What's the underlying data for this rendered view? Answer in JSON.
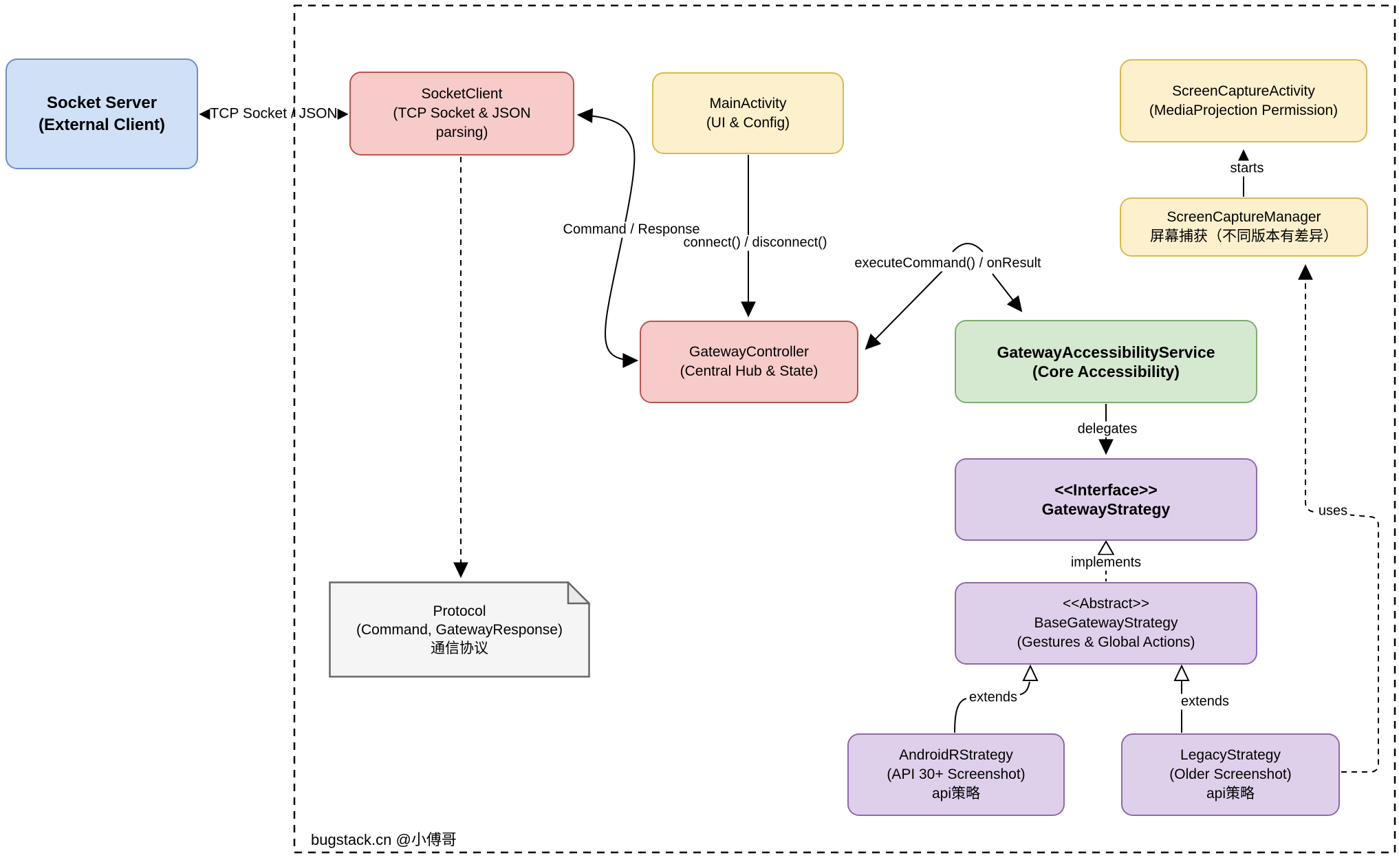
{
  "nodes": {
    "socket_server": [
      "Socket Server",
      "(External Client)"
    ],
    "socket_client": [
      "SocketClient",
      "(TCP Socket & JSON",
      "parsing)"
    ],
    "main_activity": [
      "MainActivity",
      "(UI & Config)"
    ],
    "screen_capture_activity": [
      "ScreenCaptureActivity",
      "(MediaProjection Permission)"
    ],
    "screen_capture_manager": [
      "ScreenCaptureManager",
      "屏幕捕获（不同版本有差异）"
    ],
    "gateway_controller": [
      "GatewayController",
      "(Central Hub & State)"
    ],
    "gateway_accessibility_service": [
      "GatewayAccessibilityService",
      "(Core Accessibility)"
    ],
    "gateway_strategy": [
      "<<Interface>>",
      "GatewayStrategy"
    ],
    "base_gateway_strategy": [
      "<<Abstract>>",
      "BaseGatewayStrategy",
      "(Gestures & Global Actions)"
    ],
    "android_r_strategy": [
      "AndroidRStrategy",
      "(API 30+ Screenshot)",
      "api策略"
    ],
    "legacy_strategy": [
      "LegacyStrategy",
      "(Older Screenshot)",
      "api策略"
    ],
    "protocol_note": [
      "Protocol",
      "(Command, GatewayResponse)",
      "通信协议"
    ]
  },
  "edge_labels": {
    "tcp": "◀TCP Socket / JSON▶",
    "command_response": "Command / Response",
    "connect": "connect() / disconnect()",
    "execute": "executeCommand() / onResult",
    "starts": "starts",
    "delegates": "delegates",
    "implements": "implements",
    "extends_left": "extends",
    "extends_right": "extends",
    "uses": "uses"
  },
  "watermark": "bugstack.cn @小傅哥",
  "colors": {
    "blue_fill": "#cfe0f7",
    "blue_stroke": "#6d8ebf",
    "red_fill": "#f6cbc9",
    "red_stroke": "#b85450",
    "yellow_fill": "#fdf0cd",
    "yellow_stroke": "#d9b84f",
    "green_fill": "#d5e8d0",
    "green_stroke": "#7fab6f",
    "purple_fill": "#ded0ea",
    "purple_stroke": "#8e6aa8",
    "note_fill": "#f5f5f5",
    "note_stroke": "#666666"
  }
}
